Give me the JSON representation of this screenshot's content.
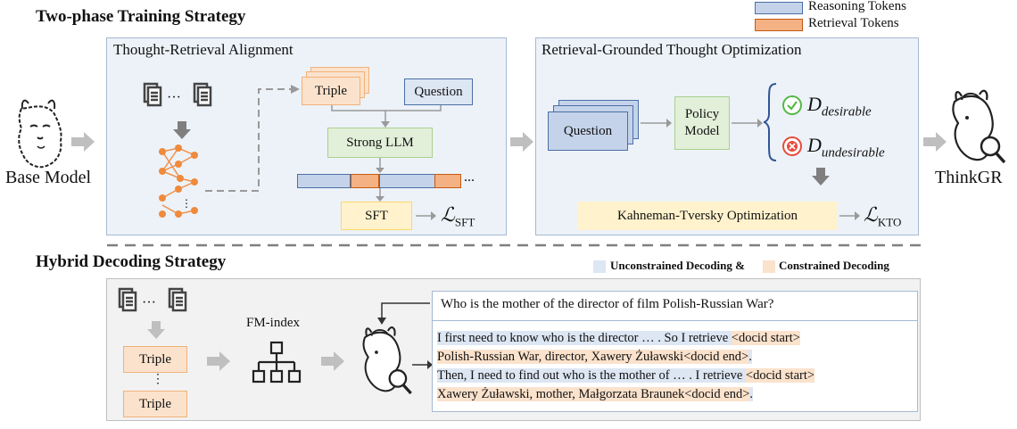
{
  "top_title": "Two-phase Training Strategy",
  "legend": {
    "reasoning": "Reasoning Tokens",
    "retrieval": "Retrieval Tokens",
    "reasoning_color": "#c5d3ea",
    "retrieval_color": "#f4b183"
  },
  "left_panel": {
    "title": "Thought-Retrieval Alignment",
    "triple": "Triple",
    "question": "Question",
    "strong_llm": "Strong LLM",
    "sft": "SFT",
    "loss": "ℒ",
    "loss_sub": "SFT"
  },
  "right_panel": {
    "title": "Retrieval-Grounded Thought Optimization",
    "question": "Question",
    "policy_line1": "Policy",
    "policy_line2": "Model",
    "d_desirable": "D",
    "d_desirable_sub": "desirable",
    "d_undesirable": "D",
    "d_undesirable_sub": "undesirable",
    "kto": "Kahneman-Tversky Optimization",
    "loss": "ℒ",
    "loss_sub": "KTO"
  },
  "base_model": "Base Model",
  "thinkgr": "ThinkGR",
  "ellipsis": "...",
  "bottom": {
    "title": "Hybrid Decoding Strategy",
    "legend_unconstrained": "Unconstrained Decoding &",
    "legend_constrained": "Constrained Decoding",
    "triple1": "Triple",
    "triple2": "Triple",
    "fm_index": "FM-index",
    "question": "Who is the mother of the director of film Polish-Russian War?",
    "line1_a": "I first need to know who is the director … . So I retrieve ",
    "line1_b": "<docid start>",
    "line2": "Polish-Russian War, director, Xawery Żuławski<docid end>",
    "line2_end": ".",
    "line3_a": "Then, I need to find out who is the mother of … . I retrieve ",
    "line3_b": "<docid start>",
    "line4": "Xawery Żuławski, mother, Małgorzata Braunek<docid end>",
    "line4_end": "."
  }
}
